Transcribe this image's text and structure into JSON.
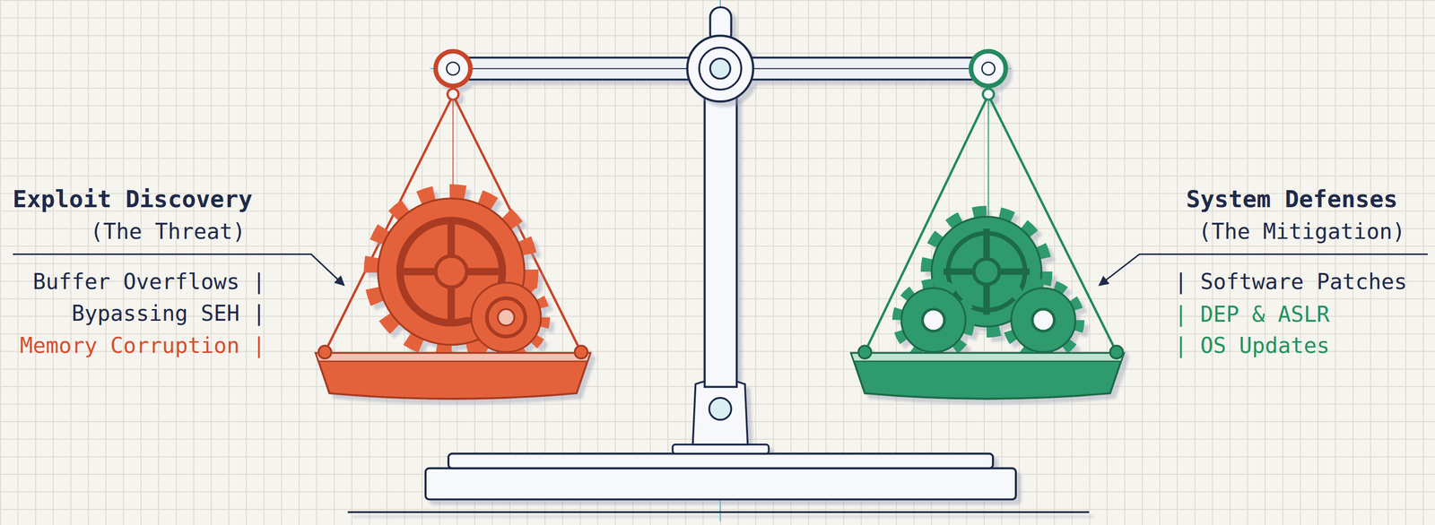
{
  "diagram": {
    "labels": [
      "Exploit Discovery",
      "(The Threat)",
      "Buffer Overflows |",
      "Bypassing SEH |",
      "Memory Corruption |",
      "System Defenses",
      "(The Mitigation)",
      "| Software Patches",
      "| DEP & ASLR",
      "| OS Updates"
    ]
  }
}
